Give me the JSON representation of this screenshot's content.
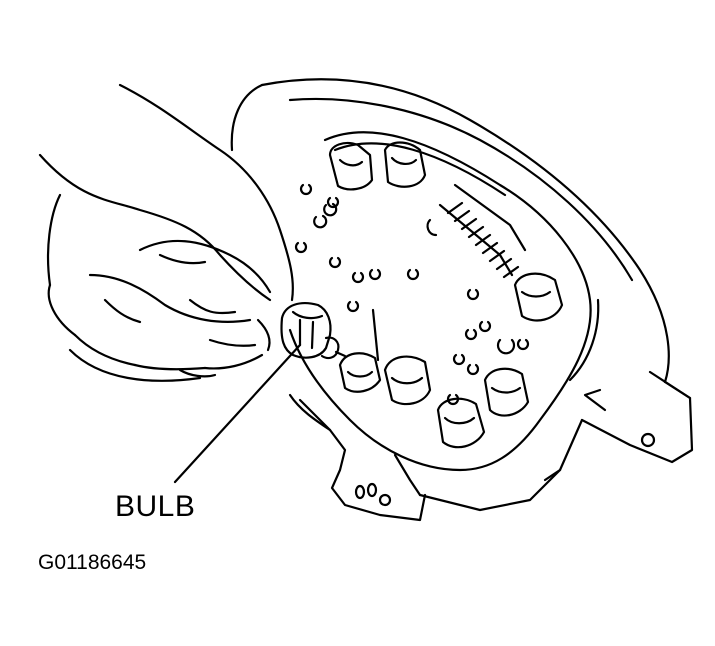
{
  "figure": {
    "callouts": [
      {
        "id": "bulb",
        "text": "BULB"
      }
    ],
    "figure_id": "G01186645"
  }
}
